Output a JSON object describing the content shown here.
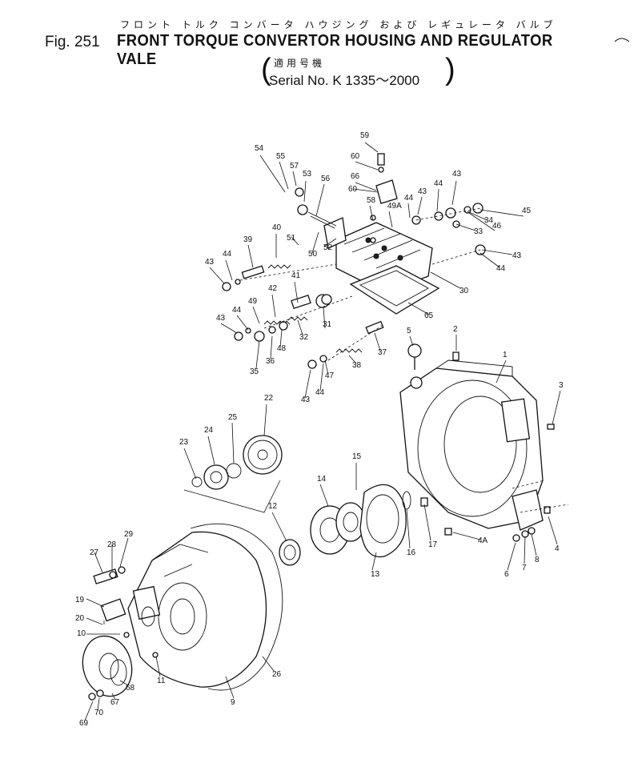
{
  "header": {
    "japanese_title": "フロント トルク コンバータ ハウジング および レギュレータ バルブ",
    "figure_number": "Fig. 251",
    "title": "FRONT TORQUE CONVERTOR HOUSING AND REGULATOR VALE",
    "usage_label": "適用号機",
    "serial": "Serial No. K 1335～2000"
  },
  "callouts": [
    "1",
    "2",
    "3",
    "4",
    "4A",
    "5",
    "6",
    "7",
    "8",
    "9",
    "10",
    "11",
    "12",
    "13",
    "14",
    "15",
    "16",
    "17",
    "19",
    "20",
    "22",
    "23",
    "24",
    "25",
    "26",
    "27",
    "28",
    "29",
    "30",
    "31",
    "32",
    "33",
    "34",
    "35",
    "36",
    "37",
    "38",
    "39",
    "40",
    "41",
    "42",
    "43",
    "43",
    "43",
    "43",
    "43",
    "43",
    "44",
    "44",
    "44",
    "44",
    "44",
    "44",
    "45",
    "46",
    "47",
    "48",
    "49",
    "49A",
    "50",
    "51",
    "52",
    "53",
    "54",
    "55",
    "56",
    "57",
    "58",
    "59",
    "60",
    "60",
    "65",
    "66",
    "67",
    "68",
    "69",
    "70"
  ]
}
